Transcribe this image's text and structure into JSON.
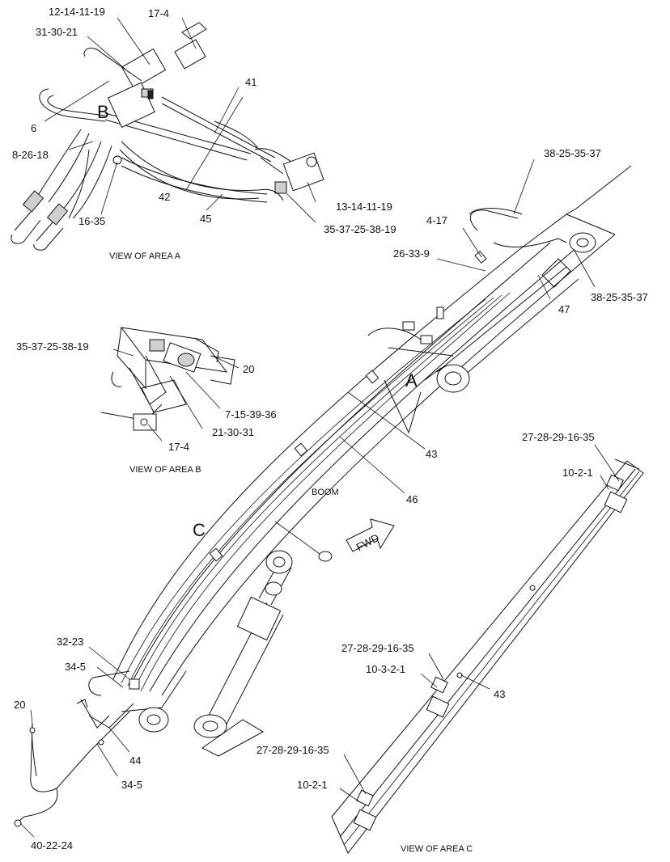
{
  "views": {
    "area_a": "VIEW OF AREA  A",
    "area_b": "VIEW OF AREA  B",
    "area_c": "VIEW OF AREA  C"
  },
  "area_markers": {
    "a": "A",
    "b": "B",
    "c": "C"
  },
  "boom_label": "BOOM",
  "fwd_label": "FWD",
  "callouts": {
    "a_12_14_11_19": "12-14-11-19",
    "a_17_4": "17-4",
    "a_31_30_21": "31-30-21",
    "a_41": "41",
    "a_6": "6",
    "a_8_26_18": "8-26-18",
    "a_42": "42",
    "a_45": "45",
    "a_16_35": "16-35",
    "a_13_14_11_19": "13-14-11-19",
    "a_35_37_25_38_19": "35-37-25-38-19",
    "m_38_25_35_37_top": "38-25-35-37",
    "m_4_17": "4-17",
    "m_26_33_9": "26-33-9",
    "m_38_25_35_37_right": "38-25-35-37",
    "m_47": "47",
    "b_35_37_25_38_19": "35-37-25-38-19",
    "b_20": "20",
    "b_7_15_39_36": "7-15-39-36",
    "b_21_30_31": "21-30-31",
    "b_17_4": "17-4",
    "m_43": "43",
    "m_46": "46",
    "c_27_28_29_16_35_top": "27-28-29-16-35",
    "c_10_2_1_top": "10-2-1",
    "c_27_28_29_16_35_mid": "27-28-29-16-35",
    "c_10_3_2_1": "10-3-2-1",
    "c_43": "43",
    "c_27_28_29_16_35_bot": "27-28-29-16-35",
    "c_10_2_1_bot": "10-2-1",
    "l_32_23": "32-23",
    "l_34_5_top": "34-5",
    "l_20": "20",
    "l_44": "44",
    "l_34_5_bot": "34-5",
    "l_40_22_24": "40-22-24"
  }
}
